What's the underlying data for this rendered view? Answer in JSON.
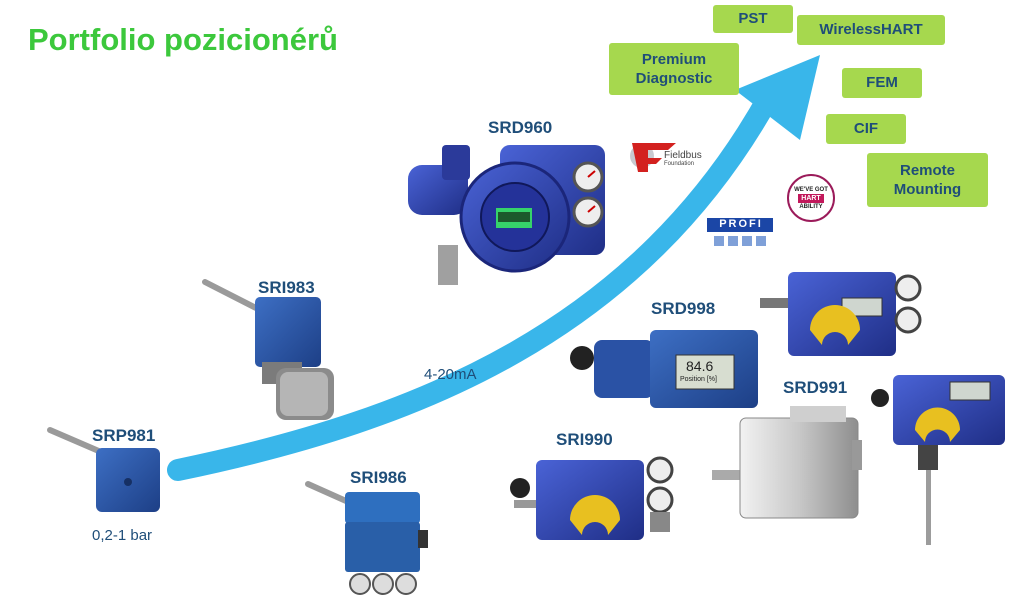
{
  "title": "Portfolio pozicionérů",
  "features": {
    "pst": "PST",
    "wirelesshart": "WirelessHART",
    "premium_diagnostic": "Premium Diagnostic",
    "fem": "FEM",
    "cif": "CIF",
    "remote_mounting": "Remote Mounting"
  },
  "products": {
    "srd960": "SRD960",
    "sri983": "SRI983",
    "srp981": "SRP981",
    "sri986": "SRI986",
    "srd998": "SRD998",
    "sri990": "SRI990",
    "srd991": "SRD991"
  },
  "signals": {
    "analog": "4-20mA",
    "pneumatic": "0,2-1 bar"
  },
  "lcd": {
    "value": "84.6",
    "caption": "Position [%]"
  },
  "logos": {
    "fieldbus": "Fieldbus",
    "fieldbus_sub": "Foundation",
    "profi": "PROFI",
    "hart_top": "WE'VE GOT",
    "hart_mid": "HART",
    "hart_bottom": "ABILITY"
  },
  "colors": {
    "title_green": "#3cc83c",
    "feature_green": "#a6d84e",
    "label_blue": "#1f4e79",
    "arrow_blue": "#39b6ea",
    "device_blue": "#2a3ea8"
  }
}
